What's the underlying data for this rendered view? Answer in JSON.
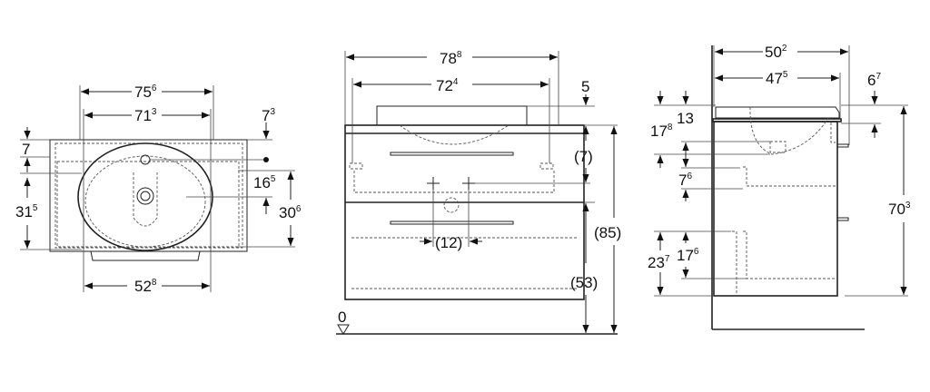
{
  "front_basin_view": {
    "dims": [
      {
        "main": "75",
        "sup": "6"
      },
      {
        "main": "71",
        "sup": "3"
      },
      {
        "main": "7",
        "sup": "3"
      },
      {
        "main": "7",
        "sup": ""
      },
      {
        "main": "31",
        "sup": "5"
      },
      {
        "main": "16",
        "sup": "5"
      },
      {
        "main": "30",
        "sup": "6"
      },
      {
        "main": "52",
        "sup": "8"
      }
    ]
  },
  "front_cabinet_view": {
    "dims": [
      {
        "main": "78",
        "sup": "8"
      },
      {
        "main": "72",
        "sup": "4"
      },
      {
        "main": "5",
        "sup": ""
      },
      {
        "main": "(7)",
        "sup": ""
      },
      {
        "main": "(85)",
        "sup": ""
      },
      {
        "main": "(53)",
        "sup": ""
      },
      {
        "main": "(12)",
        "sup": ""
      },
      {
        "main": "0",
        "sup": ""
      }
    ]
  },
  "side_view": {
    "dims": [
      {
        "main": "50",
        "sup": "2"
      },
      {
        "main": "47",
        "sup": "5"
      },
      {
        "main": "6",
        "sup": "7"
      },
      {
        "main": "17",
        "sup": "8"
      },
      {
        "main": "13",
        "sup": ""
      },
      {
        "main": "7",
        "sup": "6"
      },
      {
        "main": "70",
        "sup": "3"
      },
      {
        "main": "23",
        "sup": "7"
      },
      {
        "main": "17",
        "sup": "6"
      }
    ]
  }
}
